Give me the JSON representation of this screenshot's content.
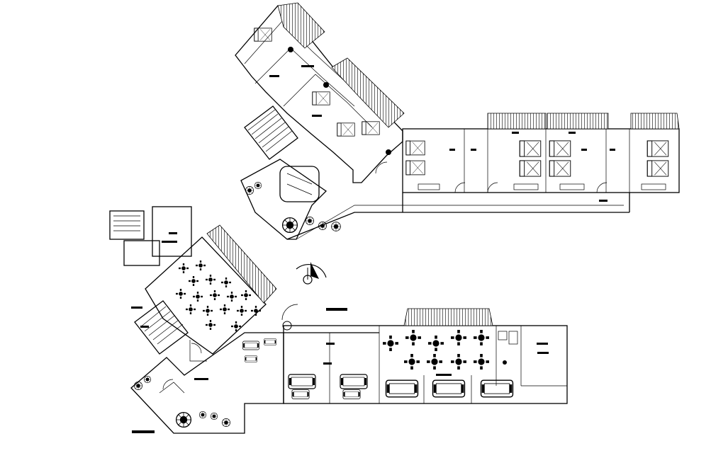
{
  "drawing": {
    "type": "architectural-floor-plan",
    "wings": [
      "upper-guest-room-wing",
      "lower-dining-lounge-wing"
    ],
    "annotations": [],
    "colors": {
      "line": "#000000",
      "background": "#ffffff"
    }
  }
}
